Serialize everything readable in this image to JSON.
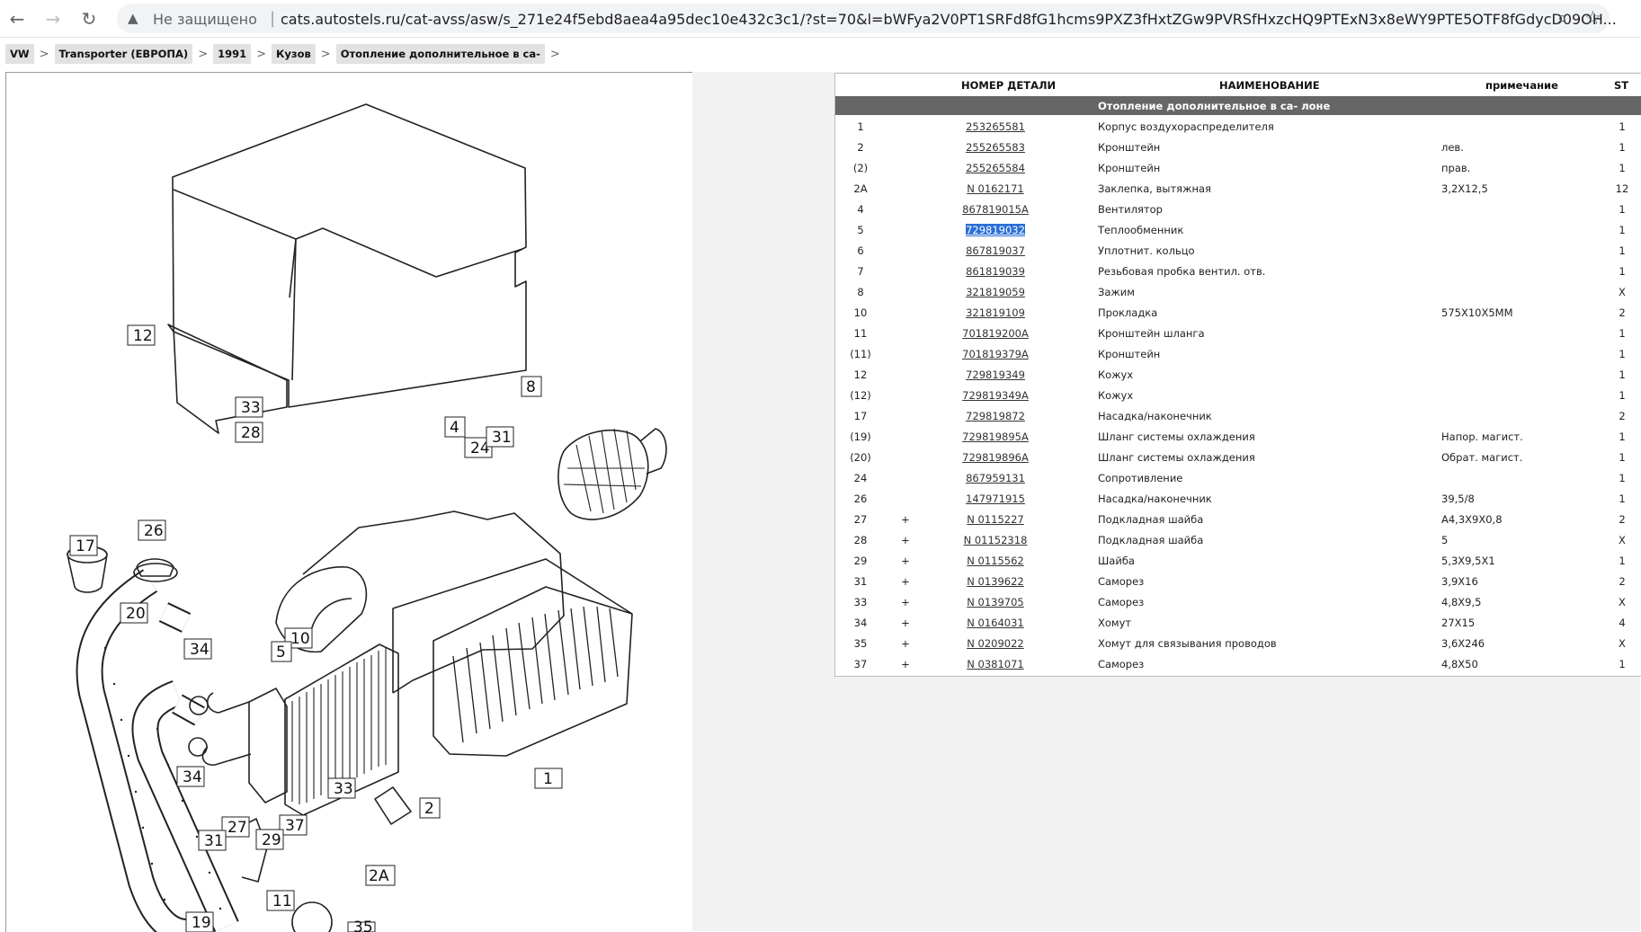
{
  "browser": {
    "security_label": "Не защищено",
    "url": "cats.autostels.ru/cat-avss/asw/s_271e24f5ebd8aea4a95dec10e432c3c1/?st=70&l=bWFya2V0PT1SRFd8fG1hcms9PXZ3fHxtZGw9PVRSfHxzcHQ9PTExN3x8eWY9PTE5OTF8fGdycD09OH..."
  },
  "breadcrumb": [
    {
      "label": "VW"
    },
    {
      "label": "Transporter (ЕВРОПА)"
    },
    {
      "label": "1991"
    },
    {
      "label": "Кузов"
    },
    {
      "label": "Отопление дополнительное в са-"
    }
  ],
  "table": {
    "headers": {
      "part_no": "НОМЕР ДЕТАЛИ",
      "name": "НАИМЕНОВАНИЕ",
      "note": "примечание",
      "qty": "ST"
    },
    "section_title": "Отопление дополнительное в са- лоне",
    "rows": [
      {
        "pos": "1",
        "mark": "",
        "part": "253265581",
        "name": "Корпус воздухораспределителя",
        "note": "",
        "qty": "1"
      },
      {
        "pos": "2",
        "mark": "",
        "part": "255265583",
        "name": "Кронштейн",
        "note": "лев.",
        "qty": "1"
      },
      {
        "pos": "(2)",
        "mark": "",
        "part": "255265584",
        "name": "Кронштейн",
        "note": "прав.",
        "qty": "1"
      },
      {
        "pos": "2A",
        "mark": "",
        "part": "N 0162171",
        "name": "Заклепка, вытяжная",
        "note": "3,2X12,5",
        "qty": "12"
      },
      {
        "pos": "4",
        "mark": "",
        "part": "867819015A",
        "name": "Вентилятор",
        "note": "",
        "qty": "1"
      },
      {
        "pos": "5",
        "mark": "",
        "part": "729819032",
        "name": "Теплообменник",
        "note": "",
        "qty": "1",
        "selected": true
      },
      {
        "pos": "6",
        "mark": "",
        "part": "867819037",
        "name": "Уплотнит. кольцо",
        "note": "",
        "qty": "1"
      },
      {
        "pos": "7",
        "mark": "",
        "part": "861819039",
        "name": "Резьбовая пробка вентил. отв.",
        "note": "",
        "qty": "1"
      },
      {
        "pos": "8",
        "mark": "",
        "part": "321819059",
        "name": "Зажим",
        "note": "",
        "qty": "X"
      },
      {
        "pos": "10",
        "mark": "",
        "part": "321819109",
        "name": "Прокладка",
        "note": "575X10X5MM",
        "qty": "2"
      },
      {
        "pos": "11",
        "mark": "",
        "part": "701819200A",
        "name": "Кронштейн шланга",
        "note": "",
        "qty": "1"
      },
      {
        "pos": "(11)",
        "mark": "",
        "part": "701819379A",
        "name": "Кронштейн",
        "note": "",
        "qty": "1"
      },
      {
        "pos": "12",
        "mark": "",
        "part": "729819349",
        "name": "Кожух",
        "note": "",
        "qty": "1"
      },
      {
        "pos": "(12)",
        "mark": "",
        "part": "729819349A",
        "name": "Кожух",
        "note": "",
        "qty": "1"
      },
      {
        "pos": "17",
        "mark": "",
        "part": "729819872",
        "name": "Насадка/наконечник",
        "note": "",
        "qty": "2"
      },
      {
        "pos": "(19)",
        "mark": "",
        "part": "729819895A",
        "name": "Шланг системы охлаждения",
        "note": "Напор. магист.",
        "qty": "1"
      },
      {
        "pos": "(20)",
        "mark": "",
        "part": "729819896A",
        "name": "Шланг системы охлаждения",
        "note": "Обрат. магист.",
        "qty": "1"
      },
      {
        "pos": "24",
        "mark": "",
        "part": "867959131",
        "name": "Сопротивление",
        "note": "",
        "qty": "1"
      },
      {
        "pos": "26",
        "mark": "",
        "part": "147971915",
        "name": "Насадка/наконечник",
        "note": "39,5/8",
        "qty": "1"
      },
      {
        "pos": "27",
        "mark": "+",
        "part": "N 0115227",
        "name": "Подкладная шайба",
        "note": "A4,3X9X0,8",
        "qty": "2"
      },
      {
        "pos": "28",
        "mark": "+",
        "part": "N 01152318",
        "name": "Подкладная шайба",
        "note": "5",
        "qty": "X"
      },
      {
        "pos": "29",
        "mark": "+",
        "part": "N 0115562",
        "name": "Шайба",
        "note": "5,3X9,5X1",
        "qty": "1"
      },
      {
        "pos": "31",
        "mark": "+",
        "part": "N 0139622",
        "name": "Саморез",
        "note": "3,9X16",
        "qty": "2"
      },
      {
        "pos": "33",
        "mark": "+",
        "part": "N 0139705",
        "name": "Саморез",
        "note": "4,8X9,5",
        "qty": "X"
      },
      {
        "pos": "34",
        "mark": "+",
        "part": "N 0164031",
        "name": "Хомут",
        "note": "27X15",
        "qty": "4"
      },
      {
        "pos": "35",
        "mark": "+",
        "part": "N 0209022",
        "name": "Хомут для связывания проводов",
        "note": "3,6X246",
        "qty": "X"
      },
      {
        "pos": "37",
        "mark": "+",
        "part": "N 0381071",
        "name": "Саморез",
        "note": "4,8X50",
        "qty": "1"
      }
    ]
  },
  "diagram": {
    "callouts": [
      "12",
      "33",
      "28",
      "8",
      "4",
      "24",
      "31",
      "17",
      "26",
      "20",
      "34",
      "10",
      "5",
      "34",
      "33",
      "2",
      "27",
      "31",
      "37",
      "29",
      "2A",
      "11",
      "35",
      "19",
      "1"
    ]
  },
  "colors": {
    "section_bg": "#666666",
    "selection": "#2a6fd6",
    "pane_bg": "#f2f2f2"
  }
}
